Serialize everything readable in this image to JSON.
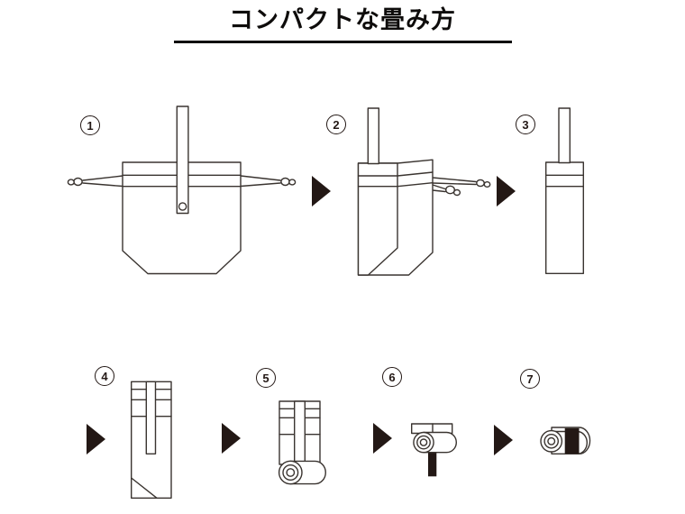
{
  "title": "コンパクトな畳み方",
  "steps": [
    {
      "number": "1",
      "illustration": "drawstring-bag-open-with-strings-out"
    },
    {
      "number": "2",
      "illustration": "bag-folded-in-half-vertically"
    },
    {
      "number": "3",
      "illustration": "bag-folded-into-narrow-strip"
    },
    {
      "number": "4",
      "illustration": "strap-folded-down-over-front"
    },
    {
      "number": "5",
      "illustration": "rolling-up-from-bottom"
    },
    {
      "number": "6",
      "illustration": "rolled-with-strap-hanging-down"
    },
    {
      "number": "7",
      "illustration": "compact-roll-secured-with-strap-band"
    }
  ],
  "arrow_icon": "right-pointing-triangle",
  "colors": {
    "line": "#3a3430",
    "accent_dark": "#231815",
    "background": "#ffffff",
    "title_text": "#0e0c0b"
  }
}
